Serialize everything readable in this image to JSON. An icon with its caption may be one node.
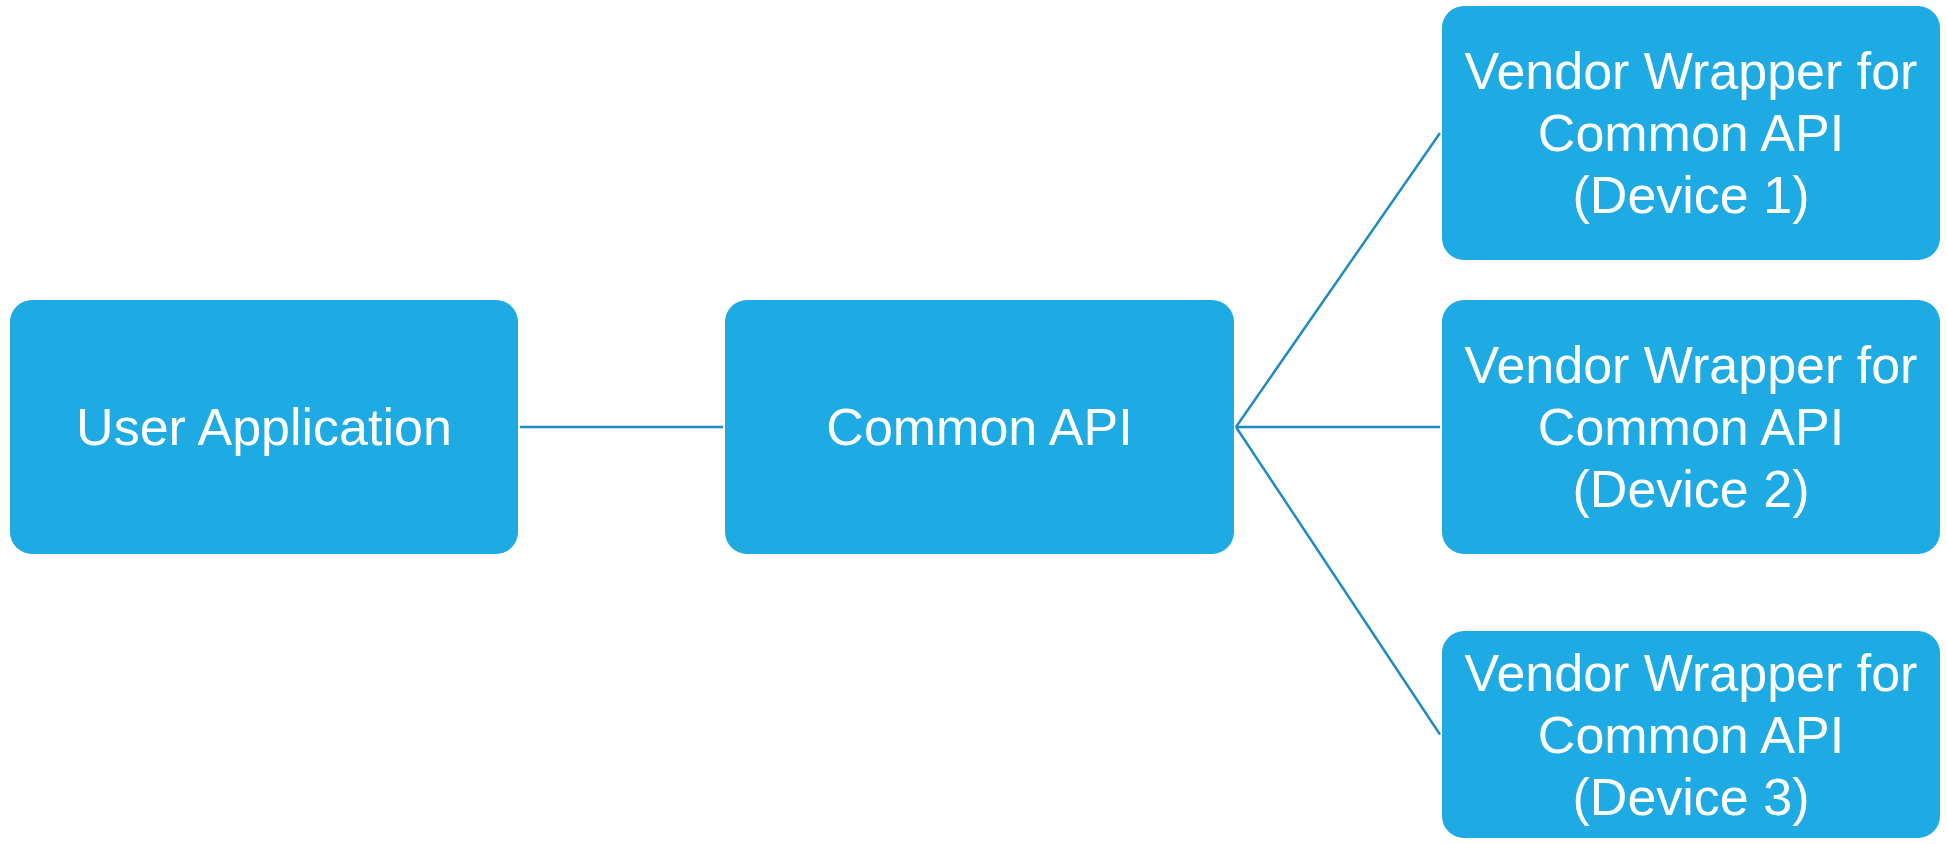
{
  "diagram": {
    "nodes": [
      {
        "text": [
          "User Application"
        ]
      },
      {
        "text": [
          "Common API"
        ]
      },
      {
        "text": [
          "Vendor Wrapper for Common API (Device 1)"
        ]
      },
      {
        "text": [
          "Vendor Wrapper for Common API (Device 2)"
        ]
      },
      {
        "text": [
          "Vendor Wrapper for Common API (Device 3)"
        ]
      }
    ],
    "edges": [
      {
        "from": 0,
        "to": 1,
        "arrow": "none"
      },
      {
        "from": 1,
        "to": 2,
        "arrow": "none"
      },
      {
        "from": 1,
        "to": 3,
        "arrow": "none"
      },
      {
        "from": 1,
        "to": 4,
        "arrow": "none"
      }
    ]
  }
}
